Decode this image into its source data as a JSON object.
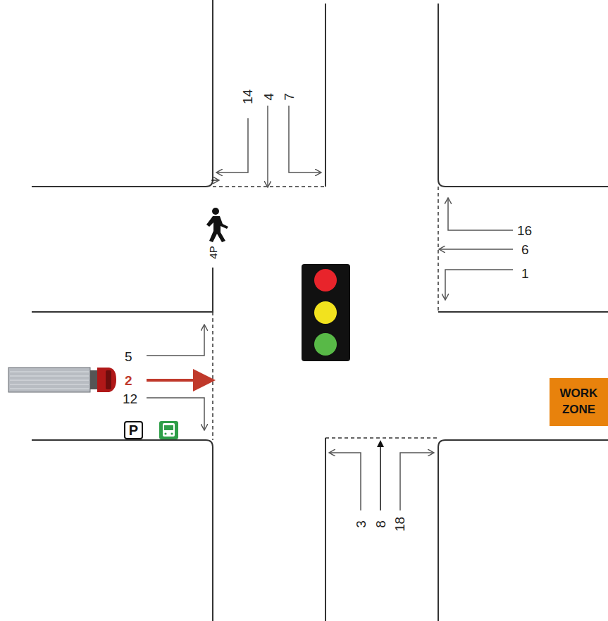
{
  "diagram": {
    "nodes": [
      {
        "text": [
          "WORK ZONE"
        ]
      },
      {
        "text": [
          "P"
        ]
      }
    ],
    "labels": [
      "14",
      "4",
      "7",
      "16",
      "6",
      "1",
      "5",
      "2",
      "12",
      "3",
      "8",
      "18",
      "4P"
    ]
  }
}
